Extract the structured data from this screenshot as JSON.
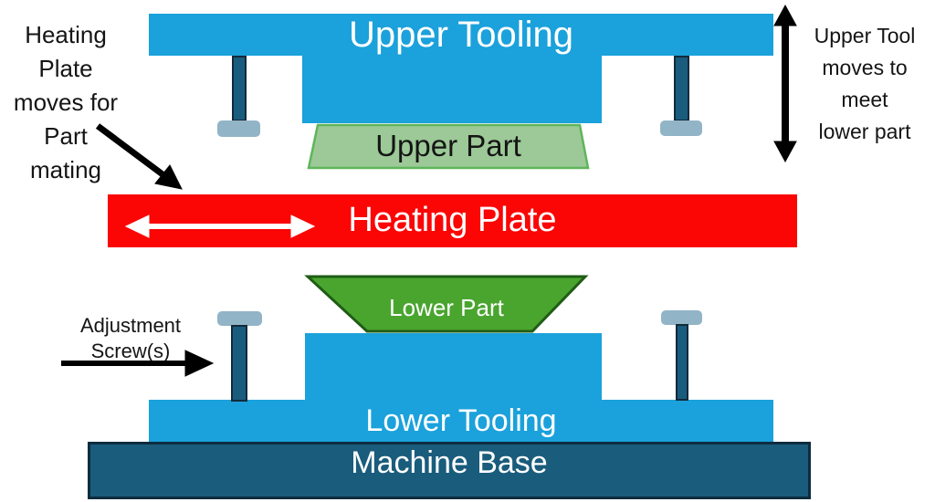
{
  "shapes": {
    "upper_tooling": {
      "label": "Upper Tooling"
    },
    "upper_part": {
      "label": "Upper Part"
    },
    "heating_plate": {
      "label": "Heating Plate"
    },
    "lower_part": {
      "label": "Lower Part"
    },
    "lower_tooling": {
      "label": "Lower Tooling"
    },
    "machine_base": {
      "label": "Machine Base"
    }
  },
  "annotations": {
    "heating_plate_motion": {
      "lines": [
        "Heating",
        "Plate",
        "moves for",
        "Part",
        "mating"
      ]
    },
    "upper_tool_motion": {
      "lines": [
        "Upper Tool",
        "moves to",
        "meet",
        "lower part"
      ]
    },
    "adjustment_screws": {
      "lines": [
        "Adjustment",
        "Screw(s)"
      ]
    }
  },
  "colors": {
    "tooling_blue": "#1BA1DB",
    "heating_plate_red": "#FB0505",
    "upper_part_fill": "#9CC997",
    "upper_part_border": "#5FB55A",
    "lower_part_fill": "#4AA52F",
    "lower_part_border": "#205D15",
    "machine_base_fill": "#195C7C",
    "machine_base_border": "#0E2C3F",
    "screw_stem_fill": "#1A5C7E",
    "screw_stem_border": "#132A3B",
    "screw_cap_fill": "#92B4C7",
    "arrow_black": "#000000",
    "arrow_white": "#FFFFFF",
    "label_light": "#FFFFFF",
    "label_dark": "#151515"
  }
}
